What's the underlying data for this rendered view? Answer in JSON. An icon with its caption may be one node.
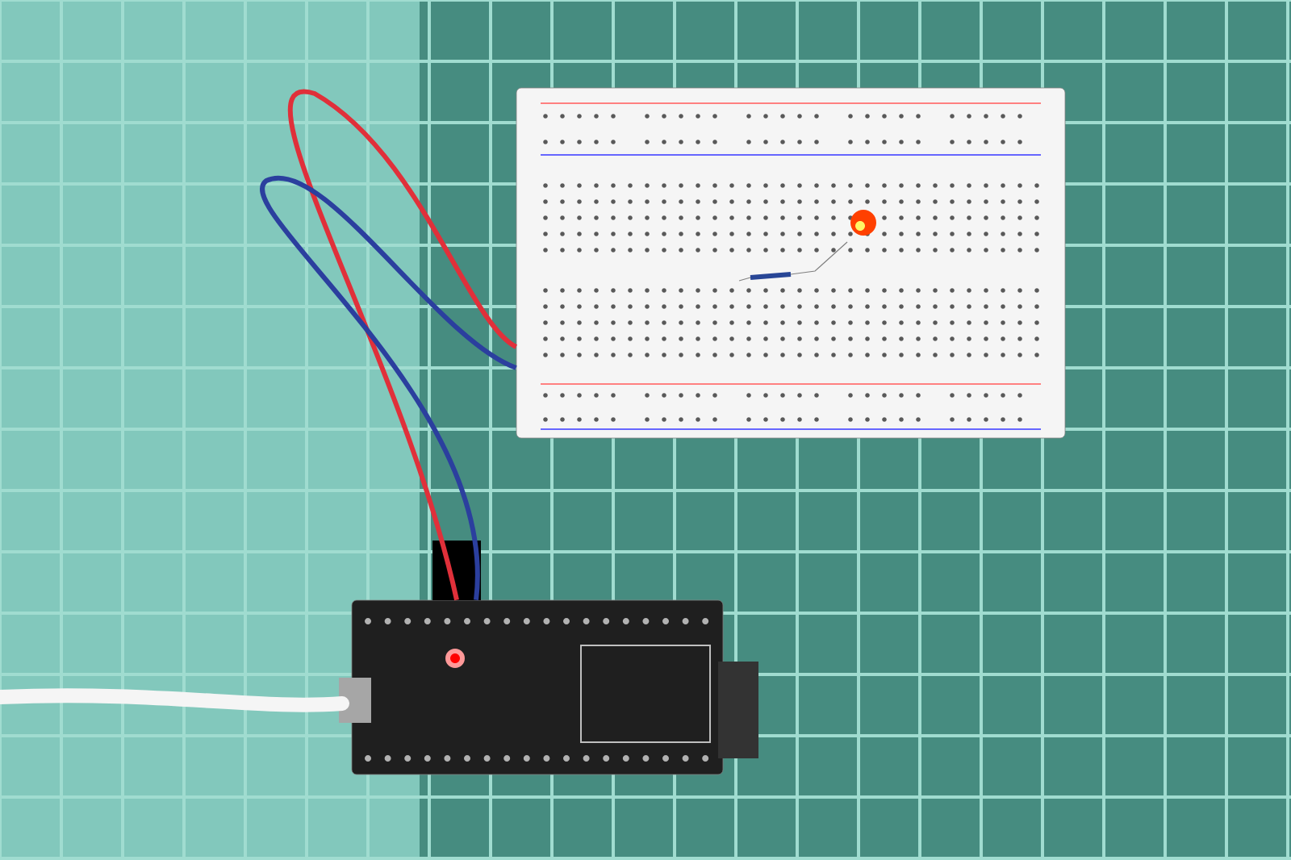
{
  "diagram": {
    "nodes": [
      {
        "text": [],
        "shape": "picture"
      },
      {
        "text": [],
        "shape": "picture"
      }
    ],
    "edges": [
      {
        "from": 1,
        "to": 0,
        "arrow": "none",
        "color": "#e0303a"
      },
      {
        "from": 1,
        "to": 0,
        "arrow": "none",
        "color": "#2b3f9e"
      }
    ]
  }
}
